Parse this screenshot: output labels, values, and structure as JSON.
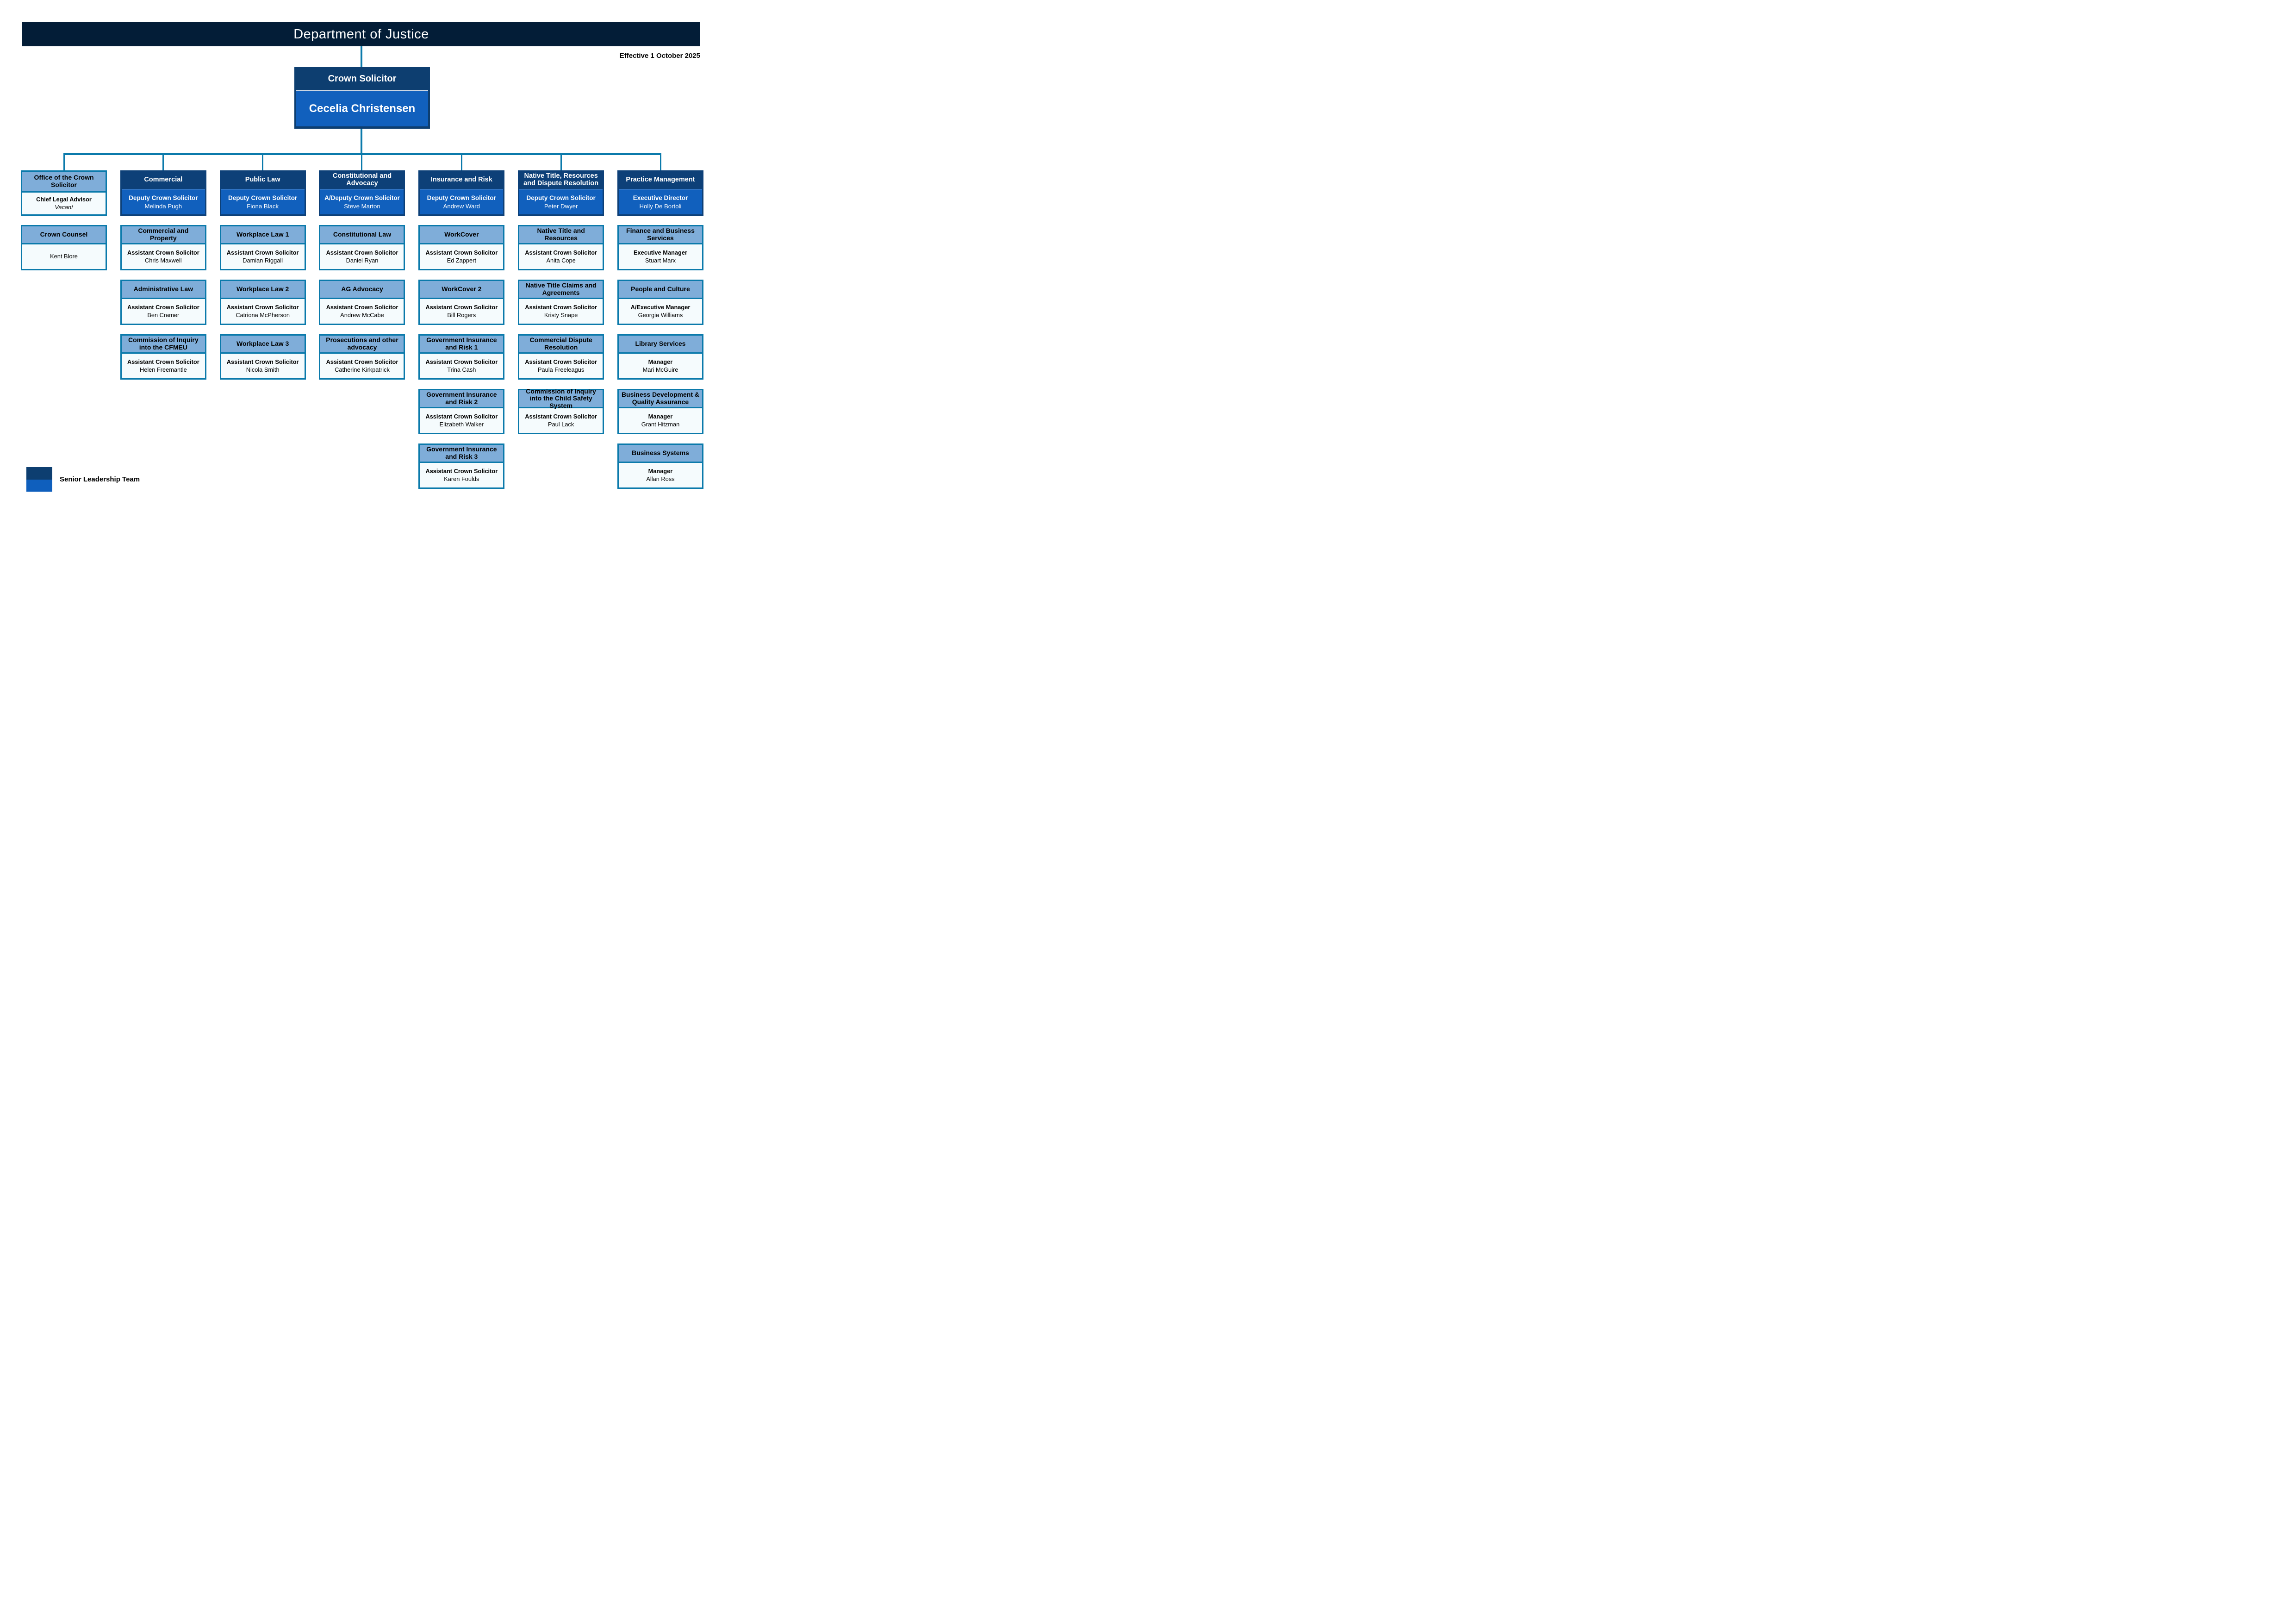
{
  "banner": {
    "title": "Department of Justice"
  },
  "effective_date": "Effective 1 October 2025",
  "root": {
    "title": "Crown Solicitor",
    "name": "Cecelia Christensen"
  },
  "columns": [
    {
      "header": {
        "title": "Office of the Crown Solicitor",
        "role": "Chief Legal Advisor",
        "name": "Vacant"
      },
      "teams": [
        {
          "title": "Crown Counsel",
          "name": "Kent Blore"
        }
      ]
    },
    {
      "header": {
        "title": "Commercial",
        "role": "Deputy Crown Solicitor",
        "name": "Melinda Pugh"
      },
      "teams": [
        {
          "title": "Commercial and Property",
          "role": "Assistant Crown Solicitor",
          "name": "Chris Maxwell"
        },
        {
          "title": "Administrative Law",
          "role": "Assistant Crown Solicitor",
          "name": "Ben Cramer"
        },
        {
          "title": "Commission of Inquiry into the CFMEU",
          "role": "Assistant Crown Solicitor",
          "name": "Helen Freemantle"
        }
      ]
    },
    {
      "header": {
        "title": "Public Law",
        "role": "Deputy Crown Solicitor",
        "name": "Fiona Black"
      },
      "teams": [
        {
          "title": "Workplace Law 1",
          "role": "Assistant Crown Solicitor",
          "name": "Damian Riggall"
        },
        {
          "title": "Workplace Law 2",
          "role": "Assistant Crown Solicitor",
          "name": "Catriona McPherson"
        },
        {
          "title": "Workplace Law 3",
          "role": "Assistant Crown Solicitor",
          "name": "Nicola Smith"
        }
      ]
    },
    {
      "header": {
        "title": "Constitutional and Advocacy",
        "role": "A/Deputy Crown Solicitor",
        "name": "Steve Marton"
      },
      "teams": [
        {
          "title": "Constitutional Law",
          "role": "Assistant Crown Solicitor",
          "name": "Daniel Ryan"
        },
        {
          "title": "AG Advocacy",
          "role": "Assistant Crown Solicitor",
          "name": "Andrew McCabe"
        },
        {
          "title": "Prosecutions and other advocacy",
          "role": "Assistant Crown Solicitor",
          "name": "Catherine Kirkpatrick"
        }
      ]
    },
    {
      "header": {
        "title": "Insurance and Risk",
        "role": "Deputy Crown Solicitor",
        "name": "Andrew Ward"
      },
      "teams": [
        {
          "title": "WorkCover",
          "role": "Assistant Crown Solicitor",
          "name": "Ed Zappert"
        },
        {
          "title": "WorkCover 2",
          "role": "Assistant Crown Solicitor",
          "name": "Bill Rogers"
        },
        {
          "title": "Government Insurance and Risk 1",
          "role": "Assistant Crown Solicitor",
          "name": "Trina Cash"
        },
        {
          "title": "Government Insurance and Risk 2",
          "role": "Assistant Crown Solicitor",
          "name": "Elizabeth Walker"
        },
        {
          "title": "Government Insurance and Risk 3",
          "role": "Assistant Crown Solicitor",
          "name": "Karen Foulds"
        }
      ]
    },
    {
      "header": {
        "title": "Native Title, Resources and Dispute Resolution",
        "role": "Deputy Crown Solicitor",
        "name": "Peter Dwyer"
      },
      "teams": [
        {
          "title": "Native Title and Resources",
          "role": "Assistant Crown Solicitor",
          "name": "Anita Cope"
        },
        {
          "title": "Native Title Claims and Agreements",
          "role": "Assistant Crown Solicitor",
          "name": "Kristy Snape"
        },
        {
          "title": "Commercial Dispute Resolution",
          "role": "Assistant Crown Solicitor",
          "name": "Paula Freeleagus"
        },
        {
          "title": "Commission of Inquiry into the Child Safety System",
          "role": "Assistant Crown Solicitor",
          "name": "Paul Lack"
        }
      ]
    },
    {
      "header": {
        "title": "Practice Management",
        "role": "Executive Director",
        "name": "Holly De Bortoli"
      },
      "teams": [
        {
          "title": "Finance and Business Services",
          "role": "Executive Manager",
          "name": "Stuart Marx"
        },
        {
          "title": "People and Culture",
          "role": "A/Executive Manager",
          "name": "Georgia Williams"
        },
        {
          "title": "Library Services",
          "role": "Manager",
          "name": "Mari McGuire"
        },
        {
          "title": "Business Development & Quality Assurance",
          "role": "Manager",
          "name": "Grant Hitzman"
        },
        {
          "title": "Business Systems",
          "role": "Manager",
          "name": "Allan Ross"
        }
      ]
    }
  ],
  "legend": {
    "label": "Senior Leadership Team"
  },
  "colors": {
    "banner_bg": "#031d37",
    "division_navy": "#0d4078",
    "bright_blue": "#1160bd",
    "light_blue": "#7fadd9",
    "body_bg": "#f5fbfd",
    "connector_teal": "#0b7aab"
  }
}
